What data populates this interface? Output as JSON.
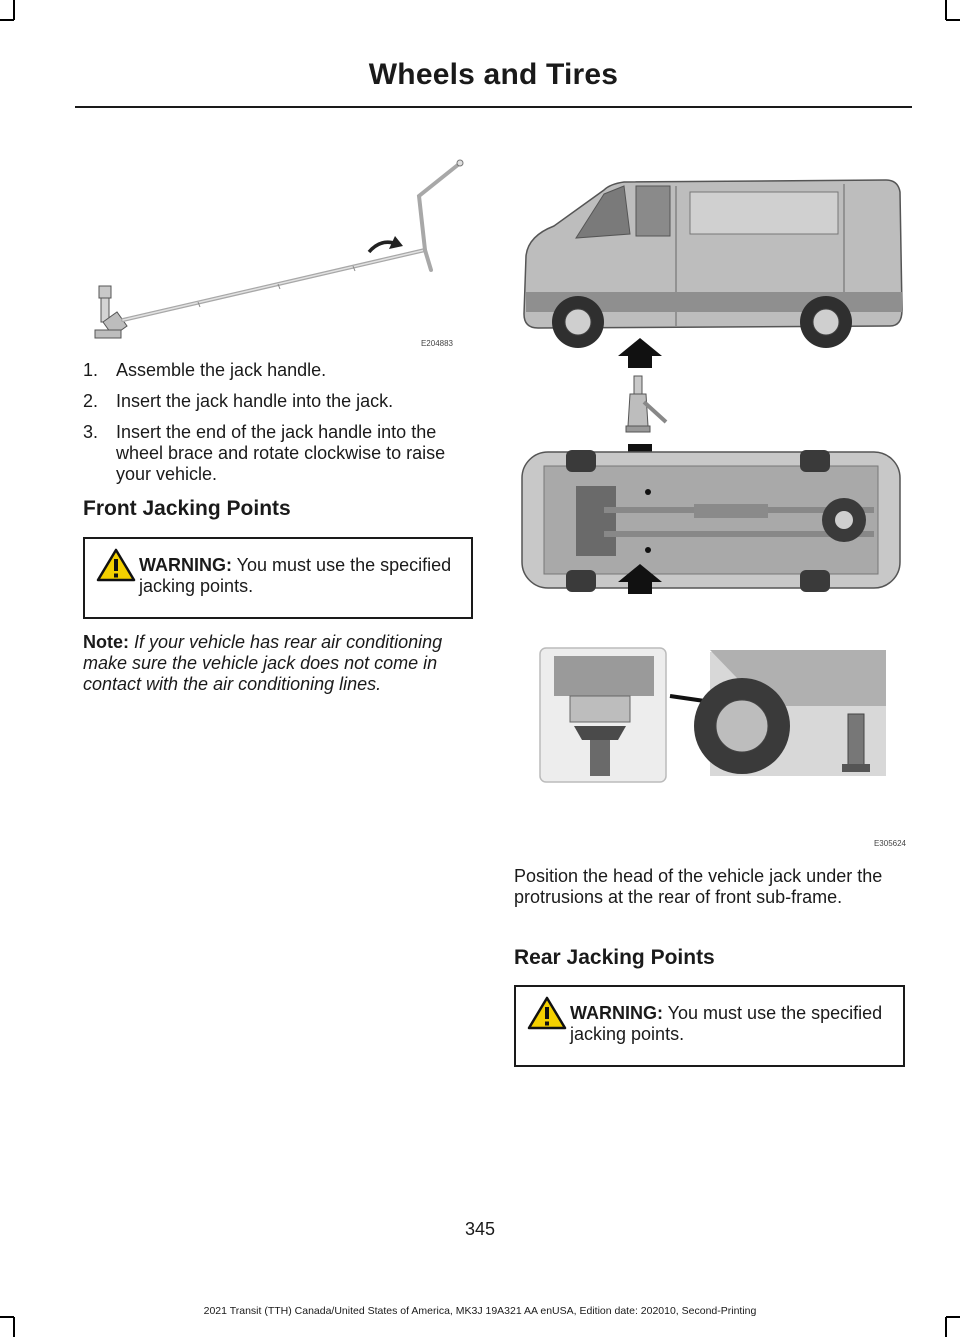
{
  "header": {
    "title": "Wheels and Tires"
  },
  "figures": {
    "jack_assembly": {
      "code": "E204883"
    },
    "jacking_points": {
      "code": "E305624"
    }
  },
  "steps": [
    {
      "num": "1.",
      "text": "Assemble the jack handle."
    },
    {
      "num": "2.",
      "text": "Insert the jack handle into the jack."
    },
    {
      "num": "3.",
      "text": "Insert the end of the jack handle into the wheel brace and rotate clockwise to raise your vehicle."
    }
  ],
  "front": {
    "heading": "Front Jacking Points",
    "warning_label": "WARNING:",
    "warning_text": " You must use the specified jacking points."
  },
  "note": {
    "label": "Note:",
    "text": " If your vehicle has rear air conditioning make sure the vehicle jack does not come in contact with the air conditioning lines."
  },
  "position_text": "Position the head of the vehicle jack under the protrusions at the rear of front sub-frame.",
  "rear": {
    "heading": "Rear Jacking Points",
    "warning_label": "WARNING:",
    "warning_text": " You must use the specified jacking points."
  },
  "page_number": "345",
  "footer": "2021 Transit (TTH) Canada/United States of America, MK3J 19A321 AA enUSA, Edition date: 202010, Second-Printing"
}
